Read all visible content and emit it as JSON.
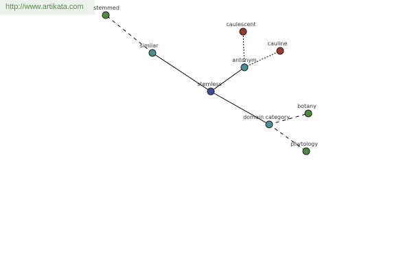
{
  "watermark": "http://www.artikata.com",
  "colors": {
    "center": "#3d4f9a",
    "relation": "#4a9090",
    "green": "#4e8a3c",
    "red": "#9b3a33",
    "edge": "#000000"
  },
  "nodes": {
    "stemless": "stemless",
    "similar": "similar",
    "stemmed": "stemmed",
    "antonym": "antonym",
    "caulescent": "caulescent",
    "cauline": "cauline",
    "domain_category": "domain category",
    "botany": "botany",
    "phytology": "phytology"
  }
}
